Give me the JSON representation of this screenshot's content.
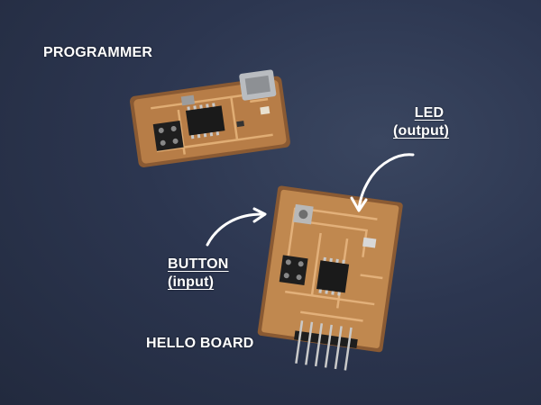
{
  "labels": {
    "programmer": "PROGRAMMER",
    "led_line1": "LED",
    "led_line2": "(output)",
    "button_line1": "BUTTON",
    "button_line2": "(input)",
    "hello_board": "HELLO BOARD"
  },
  "colors": {
    "background": "#2c3650",
    "pcb_copper": "#c0884f",
    "pcb_substrate": "#8a5a33",
    "trace": "#d9a46a",
    "chip": "#1a1a1a",
    "label_text": "#ffffff"
  },
  "icons": [
    "arrow-led-icon",
    "arrow-button-icon"
  ]
}
